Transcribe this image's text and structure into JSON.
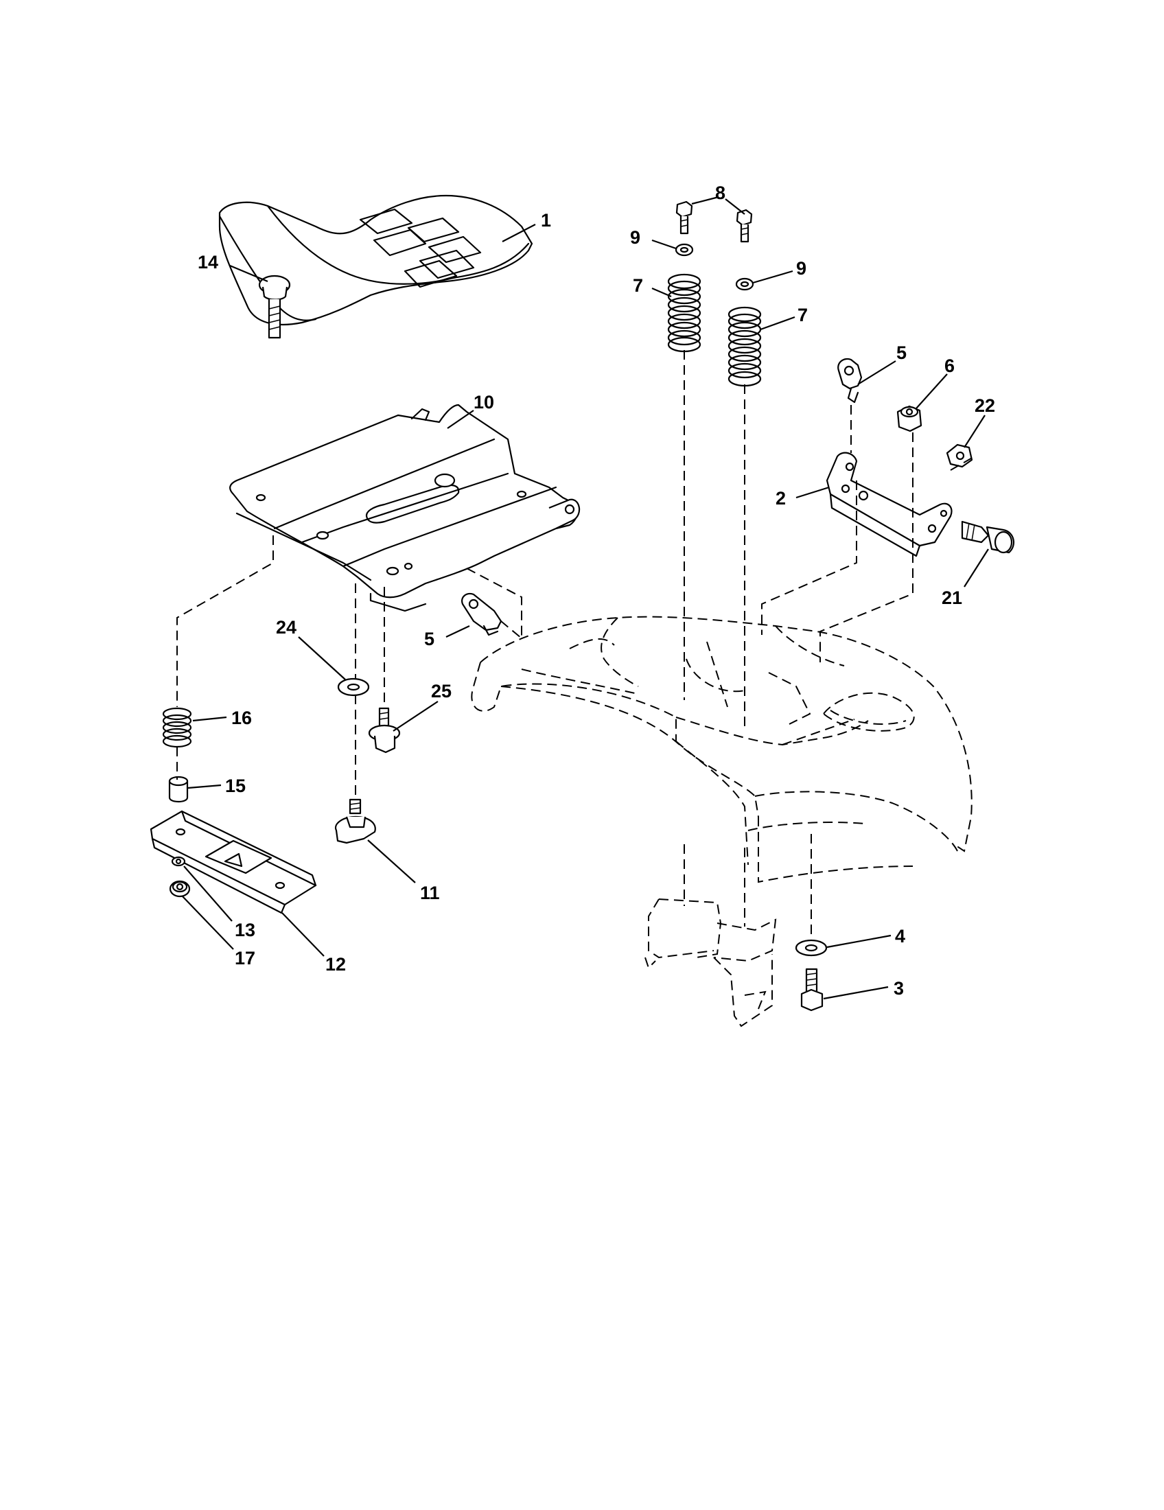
{
  "callouts": [
    {
      "id": "c1",
      "label": "1"
    },
    {
      "id": "c2",
      "label": "2"
    },
    {
      "id": "c3",
      "label": "3"
    },
    {
      "id": "c4",
      "label": "4"
    },
    {
      "id": "c5a",
      "label": "5"
    },
    {
      "id": "c5b",
      "label": "5"
    },
    {
      "id": "c6",
      "label": "6"
    },
    {
      "id": "c7a",
      "label": "7"
    },
    {
      "id": "c7b",
      "label": "7"
    },
    {
      "id": "c8",
      "label": "8"
    },
    {
      "id": "c9a",
      "label": "9"
    },
    {
      "id": "c9b",
      "label": "9"
    },
    {
      "id": "c10",
      "label": "10"
    },
    {
      "id": "c11",
      "label": "11"
    },
    {
      "id": "c12",
      "label": "12"
    },
    {
      "id": "c13",
      "label": "13"
    },
    {
      "id": "c14",
      "label": "14"
    },
    {
      "id": "c15",
      "label": "15"
    },
    {
      "id": "c16",
      "label": "16"
    },
    {
      "id": "c17",
      "label": "17"
    },
    {
      "id": "c21",
      "label": "21"
    },
    {
      "id": "c22",
      "label": "22"
    },
    {
      "id": "c24",
      "label": "24"
    },
    {
      "id": "c25",
      "label": "25"
    }
  ]
}
